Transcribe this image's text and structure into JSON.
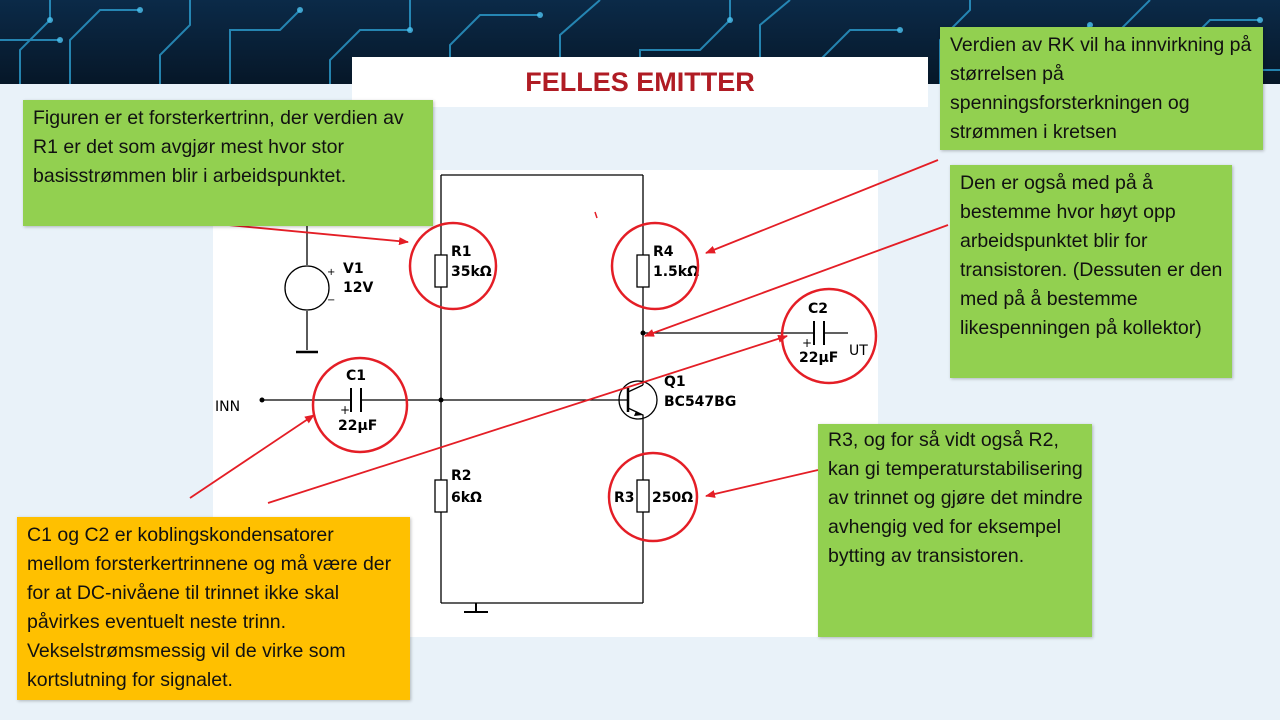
{
  "slide": {
    "title": "FELLES EMITTER",
    "colors": {
      "title": "#b01c24",
      "highlight_circle": "#e41e26",
      "arrow": "#e41e26",
      "note_green": "#92d050",
      "note_orange": "#ffc000",
      "banner": "#0a2742"
    }
  },
  "schematic": {
    "components": {
      "v1": {
        "name": "V1",
        "value": "12V"
      },
      "r1": {
        "name": "R1",
        "value": "35kΩ"
      },
      "r2": {
        "name": "R2",
        "value": "6kΩ"
      },
      "r3": {
        "name": "R3",
        "value": "250Ω"
      },
      "r4": {
        "name": "R4",
        "value": "1.5kΩ"
      },
      "c1": {
        "name": "C1",
        "value": "22µF"
      },
      "c2": {
        "name": "C2",
        "value": "22µF"
      },
      "q1": {
        "name": "Q1",
        "value": "BC547BG"
      }
    },
    "input_label": "INN",
    "output_label": "UT"
  },
  "notes": {
    "r1": "Figuren er et forsterkertrinn, der verdien av R1 er det som avgjør mest hvor stor basisstrømmen blir i arbeidspunktet.",
    "rk": "Verdien av RK vil ha innvirkning på størrelsen på spenningsforsterkningen og strømmen i kretsen",
    "r4": "Den er også med på å bestemme hvor høyt opp arbeidspunktet blir for transistoren. (Dessuten er den med på å bestemme likespenningen på kollektor)",
    "r3": "R3, og for så vidt også R2, kan gi temperaturstabilisering av trinnet og gjøre det mindre avhengig ved for eksempel bytting av transistoren.",
    "c1c2": "C1 og C2 er koblingskondensatorer mellom forsterkertrinnene og må være der for at DC-nivåene til trinnet ikke skal påvirkes eventuelt neste trinn. Vekselstrømsmessig vil de virke som kortslutning for signalet."
  }
}
